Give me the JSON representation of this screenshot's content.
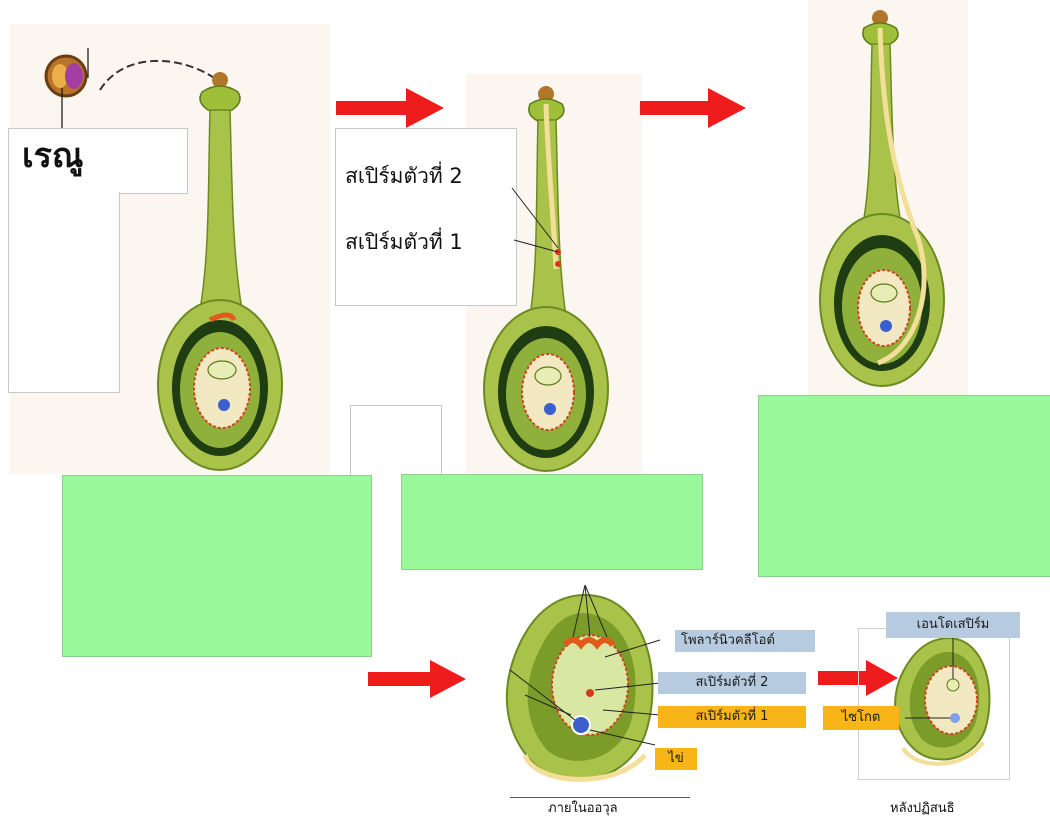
{
  "labels": {
    "pollen": "เรณู",
    "sperm2_top": "สเปิร์มตัวที่ 2",
    "sperm1_top": "สเปิร์มตัวที่ 1",
    "polar_nuclei": "โพลาร์นิวคลีโอด์",
    "sperm2_bottom": "สเปิร์มตัวที่ 2",
    "sperm1_bottom": "สเปิร์มตัวที่ 1",
    "egg": "ไข่",
    "endosperm": "เอนโดเสปิร์ม",
    "zygote": "ไซโกต"
  },
  "captions": {
    "inside_ovule": "ภายในออวุล",
    "after_fertilization": "หลังปฏิสนธิ"
  },
  "colors": {
    "arrow": "#ee1c1c",
    "answer_box": "#99f99a",
    "tag_blue": "#b7cbe0",
    "tag_gold": "#f7b518"
  }
}
